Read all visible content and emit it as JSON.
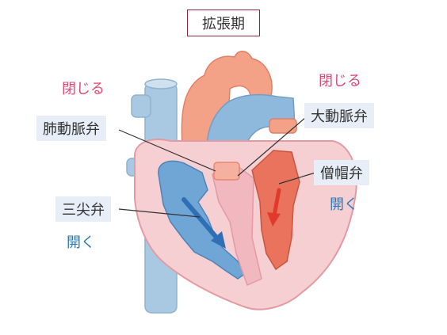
{
  "title": "拡張期",
  "labels": {
    "pulmonary_valve": "肺動脈弁",
    "aortic_valve": "大動脈弁",
    "tricuspid_valve": "三尖弁",
    "mitral_valve": "僧帽弁"
  },
  "states": {
    "left_top": "閉じる",
    "right_top": "閉じる",
    "left_bottom": "開く",
    "right_bottom": "開く"
  },
  "colors": {
    "vein_blue": "#9fc3dd",
    "artery_red": "#f09b82",
    "heart_pink": "#f3c9cc",
    "heart_outline": "#e8a7ad",
    "right_chamber": "#6fa6d6",
    "left_chamber": "#e9735c",
    "arrow_blue": "#2f6fb5",
    "arrow_red": "#e23a2a",
    "closed_text": "#d94b76",
    "open_text": "#2d79b8"
  }
}
